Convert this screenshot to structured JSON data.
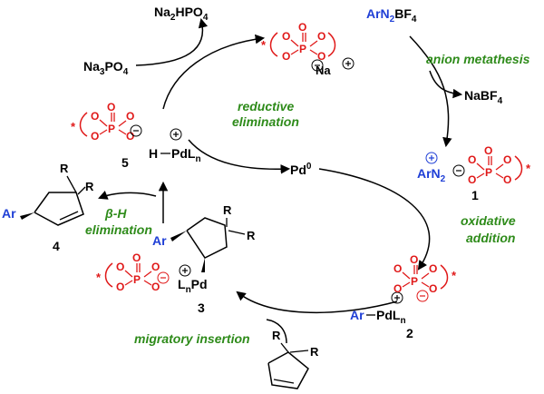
{
  "colors": {
    "red": "#e01919",
    "blue": "#1f3fd6",
    "green": "#2e8b1a",
    "black": "#000000"
  },
  "reagents": {
    "na2hpo4": "Na2HPO4",
    "na3po4": "Na3PO4",
    "arn2bf4": "ArN2BF4",
    "nabf4": "NaBF4",
    "na": "Na"
  },
  "steps": {
    "anion_metathesis": "anion metathesis",
    "reductive_elimination_1": "reductive",
    "reductive_elimination_2": "elimination",
    "oxidative_addition_1": "oxidative",
    "oxidative_addition_2": "addition",
    "migratory_insertion": "migratory insertion",
    "beta_h_elimination_1": "β-H",
    "beta_h_elimination_2": "elimination"
  },
  "species": {
    "pd0": "Pd0",
    "hpdln": "H—PdLn",
    "arpdln": "Ar—PdLn",
    "lnpd": "LnPd",
    "arn2": "ArN2",
    "ar": "Ar",
    "r": "R"
  },
  "compound_numbers": [
    "1",
    "2",
    "3",
    "4",
    "5"
  ],
  "atoms": {
    "O": "O",
    "P": "P",
    "star": "*"
  },
  "charges": {
    "plus": "+",
    "minus": "−"
  }
}
